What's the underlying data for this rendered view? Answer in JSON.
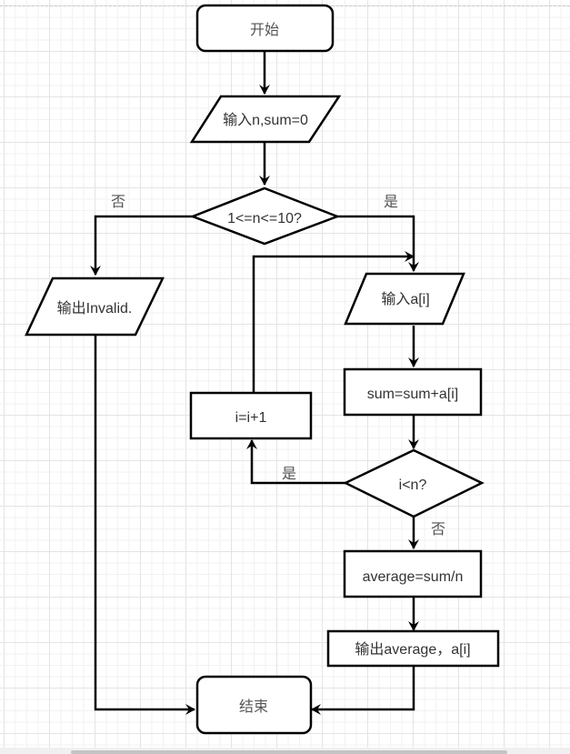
{
  "flowchart": {
    "nodes": {
      "start": "开始",
      "input_n": "输入n,sum=0",
      "check_range": "1<=n<=10?",
      "output_invalid": "输出Invalid.",
      "input_ai": "输入a[i]",
      "sum_update": "sum=sum+a[i]",
      "increment": "i=i+1",
      "check_loop": "i<n?",
      "average_calc": "average=sum/n",
      "output_result": "输出average，a[i]",
      "end": "结束"
    },
    "edge_labels": {
      "range_no": "否",
      "range_yes": "是",
      "loop_yes": "是",
      "loop_no": "否"
    }
  },
  "colors": {
    "stroke": "#000000",
    "text": "#333333",
    "grid_major": "#e4e4e4",
    "grid_minor": "#f2f2f2"
  }
}
